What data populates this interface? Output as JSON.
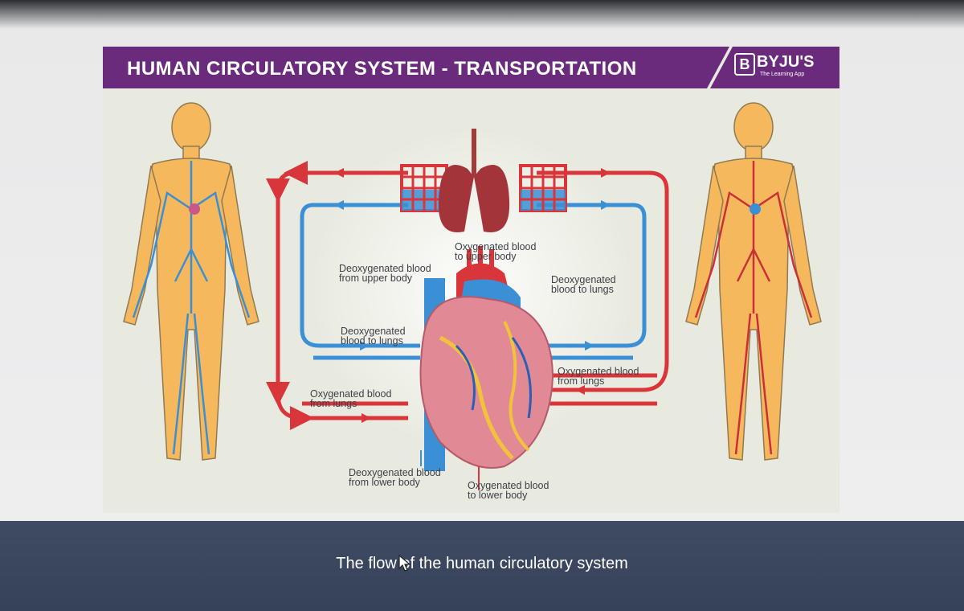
{
  "slide": {
    "title": "HUMAN CIRCULATORY SYSTEM - TRANSPORTATION",
    "brand": {
      "mark": "B",
      "name": "BYJU'S",
      "tagline": "The Learning App"
    },
    "labels": {
      "oxy_upper": [
        "Oxygenated blood",
        "to upper body"
      ],
      "deoxy_from_upper": [
        "Deoxygenated blood",
        "from upper body"
      ],
      "deoxy_to_lungs_right": [
        "Deoxygenated",
        "blood to lungs"
      ],
      "deoxy_to_lungs_left": [
        "Deoxygenated",
        "blood to lungs"
      ],
      "oxy_from_lungs_right": [
        "Oxygenated blood",
        "from lungs"
      ],
      "oxy_from_lungs_left": [
        "Oxygenated blood",
        "from lungs"
      ],
      "deoxy_from_lower": [
        "Deoxygenated blood",
        "from lower body"
      ],
      "oxy_lower": [
        "Oxygenated blood",
        "to lower body"
      ]
    }
  },
  "caption": "The flow of the human circulatory system",
  "colors": {
    "title_purple": "#6b2b7c",
    "artery_red": "#d9363b",
    "vein_blue": "#3b8fd4",
    "body_skin": "#f5b85c"
  }
}
